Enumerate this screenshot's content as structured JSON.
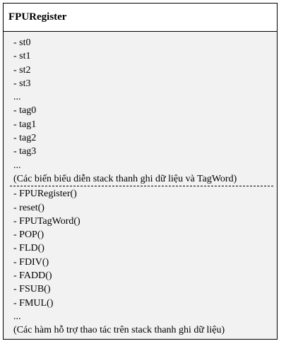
{
  "class_name": "FPURegister",
  "attributes": [
    "- st0",
    "- st1",
    "- st2",
    "- st3",
    "...",
    "- tag0",
    "- tag1",
    "- tag2",
    "- tag3",
    "...",
    "(Các biến biểu diễn stack thanh ghi dữ liệu và TagWord)"
  ],
  "methods": [
    "- FPURegister()",
    "- reset()",
    "- FPUTagWord()",
    "- POP()",
    "- FLD()",
    "- FDIV()",
    "- FADD()",
    "- FSUB()",
    "- FMUL()",
    "...",
    "(Các hàm hỗ trợ thao tác trên stack thanh ghi dữ liệu)"
  ],
  "colors": {
    "border": "#000000",
    "body_fill": "#f2f2f2",
    "header_fill": "#ffffff"
  }
}
